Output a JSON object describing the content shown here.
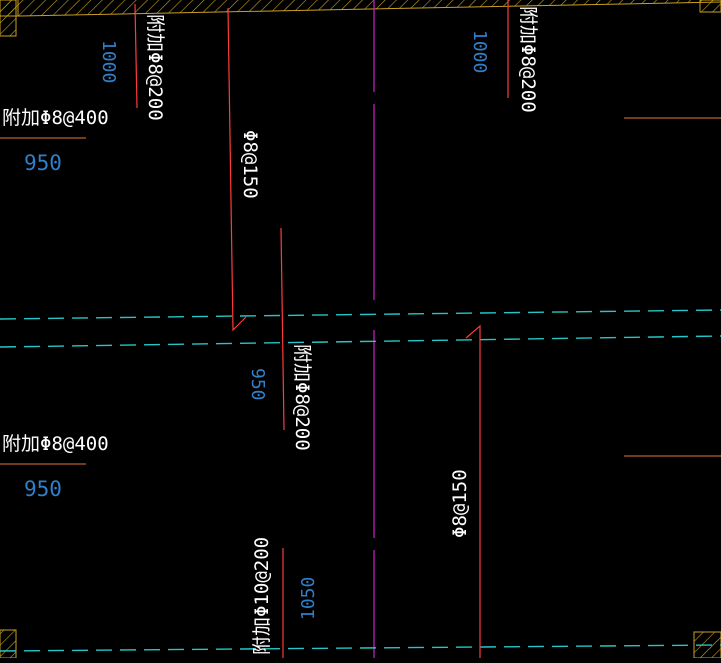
{
  "colors": {
    "background": "#000000",
    "rebar": "#ff3b3b",
    "annotation_text": "#ffffff",
    "dimension_text": "#2f7fc9",
    "axis_line": "#d020d0",
    "dashed_beam": "#26c6c6",
    "hatch": "#c8a020",
    "leader": "#e07a3a"
  },
  "labels": {
    "add_phi8_200_top_left": "附加Φ8@200",
    "dim_1000_top_left": "1000",
    "add_phi8_400_upper": "附加Φ8@400",
    "dim_950_upper": "950",
    "phi8_150_upper": "Φ8@150",
    "add_phi8_200_top_right": "附加Φ8@200",
    "dim_1000_top_right": "1000",
    "dim_950_mid": "950",
    "add_phi8_200_mid": "附加Φ8@200",
    "add_phi8_400_lower": "附加Φ8@400",
    "dim_950_lower": "950",
    "phi8_150_lower": "Φ8@150",
    "add_phi10_200_bottom": "附加Φ10@200",
    "dim_1050_bottom": "1050"
  }
}
